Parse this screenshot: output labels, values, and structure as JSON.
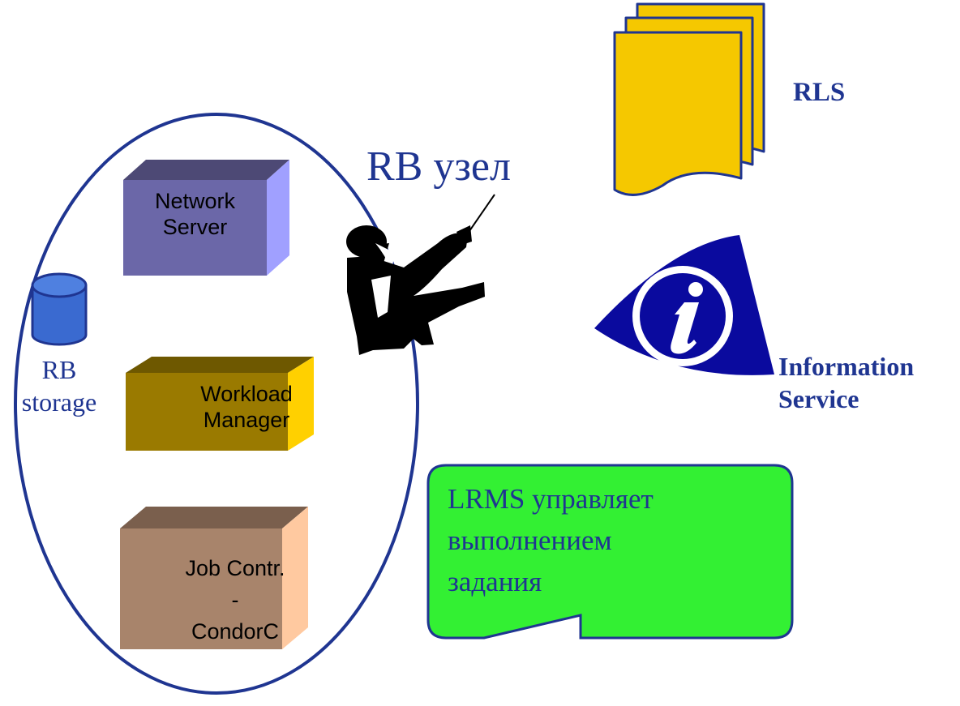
{
  "node_title": "RB узел",
  "boxes": {
    "network_server": [
      "Network",
      "Server"
    ],
    "workload_manager": [
      "Workload",
      "Manager"
    ],
    "job_controller": [
      "Job Contr.",
      "-",
      "CondorC"
    ]
  },
  "storage_label": [
    "RB",
    "storage"
  ],
  "rls_label": "RLS",
  "info_service_label": [
    "Information",
    "Service"
  ],
  "callout_lines": [
    "LRMS управляет",
    "выполнением",
    "задания"
  ],
  "colors": {
    "primary_blue": "#1f3591",
    "network_server_front": "#6b67a8",
    "workload_manager_front": "#9a7a00",
    "job_controller_front": "#a8846b",
    "rls_yellow": "#f5c800",
    "callout_green": "#33f033",
    "info_icon_blue": "#0a0a9e"
  },
  "icons": [
    "conductor-icon",
    "database-icon",
    "documents-icon",
    "information-icon"
  ]
}
